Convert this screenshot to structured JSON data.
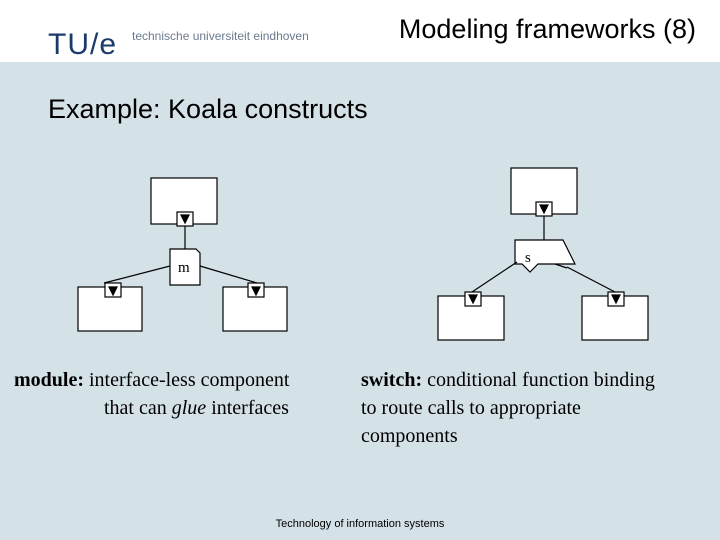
{
  "header": {
    "logo": "TU/e",
    "university": "technische universiteit eindhoven",
    "title": "Modeling frameworks (8)"
  },
  "slide": {
    "subtitle": "Example: Koala constructs"
  },
  "diagram_left": {
    "label": "m"
  },
  "diagram_right": {
    "label": "s"
  },
  "captions": {
    "module_term": "module:",
    "module_line1": "interface-less component",
    "module_line2_pre": "that can ",
    "module_line2_em": "glue",
    "module_line2_post": " interfaces",
    "switch_term": "switch:",
    "switch_line1": "conditional function binding",
    "switch_line2": "to route calls to appropriate",
    "switch_line3": "components"
  },
  "footer": {
    "text": "Technology of  information systems"
  },
  "colors": {
    "background_panel": "#d4e1e7",
    "logo_blue": "#1a3a6a"
  }
}
